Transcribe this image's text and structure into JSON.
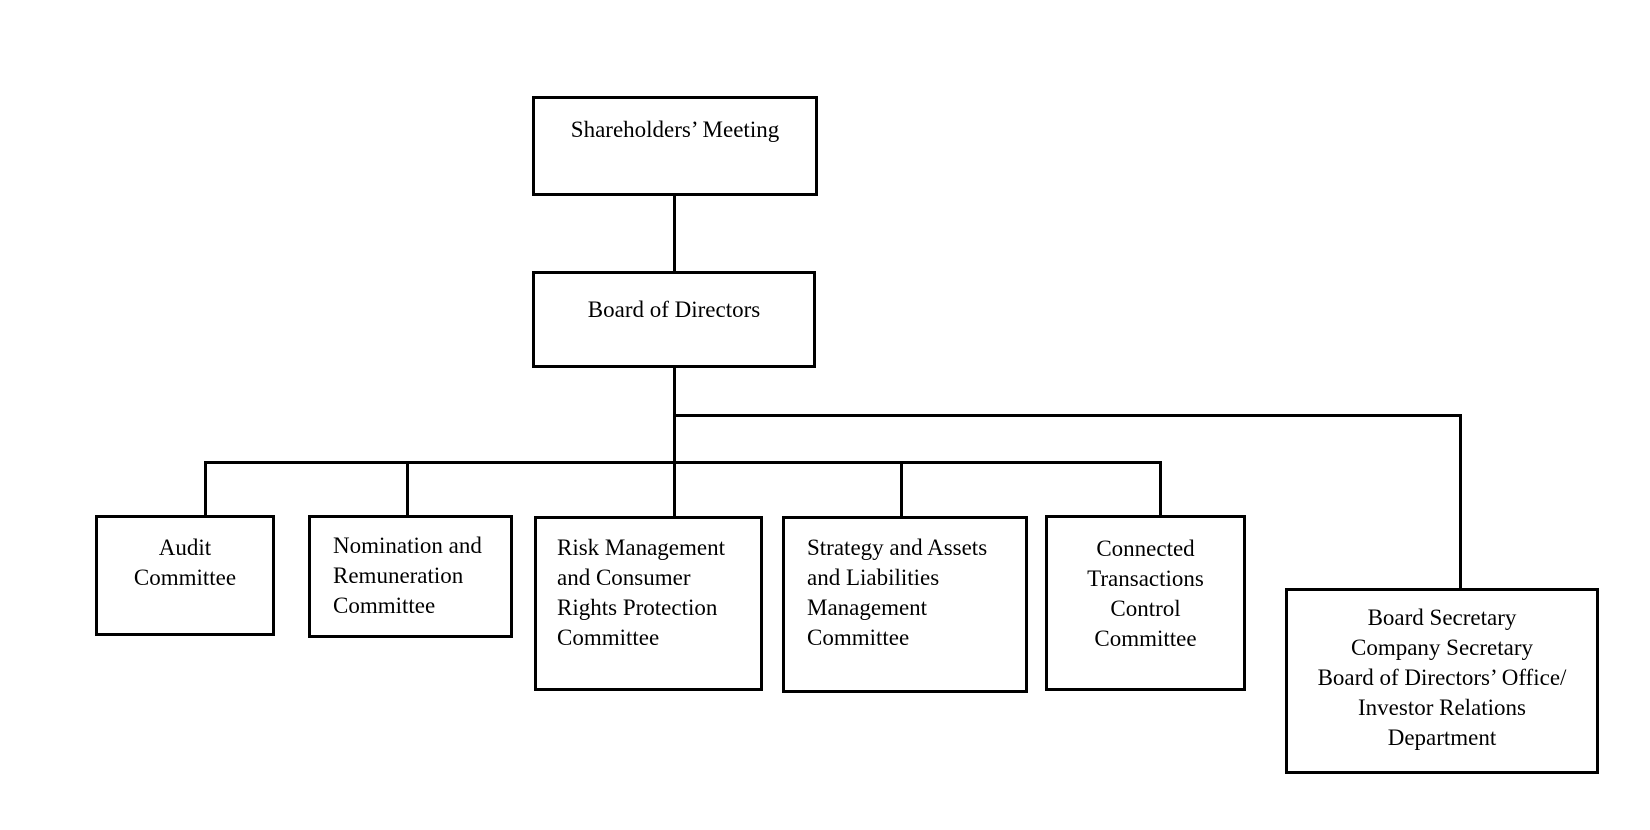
{
  "diagram": {
    "type": "org-chart",
    "background": "#ffffff",
    "line_color": "#000000",
    "box_border_color": "#000000",
    "text_color": "#000000",
    "nodes": {
      "shareholders": {
        "label": "Shareholders’ Meeting"
      },
      "board": {
        "label": "Board of Directors"
      },
      "audit": {
        "label": "Audit\nCommittee"
      },
      "nomination": {
        "label": "Nomination and\nRemuneration\nCommittee"
      },
      "risk": {
        "label": "Risk Management\nand Consumer\nRights Protection\nCommittee"
      },
      "strategy": {
        "label": "Strategy and Assets\nand Liabilities\nManagement\nCommittee"
      },
      "connected": {
        "label": "Connected\nTransactions\nControl\nCommittee"
      },
      "secretary": {
        "label": "Board Secretary\nCompany Secretary\nBoard of Directors’ Office/\nInvestor Relations\nDepartment"
      }
    },
    "edges": [
      {
        "from": "shareholders",
        "to": "board"
      },
      {
        "from": "board",
        "to": "audit"
      },
      {
        "from": "board",
        "to": "nomination"
      },
      {
        "from": "board",
        "to": "risk"
      },
      {
        "from": "board",
        "to": "strategy"
      },
      {
        "from": "board",
        "to": "connected"
      },
      {
        "from": "board",
        "to": "secretary"
      }
    ]
  }
}
